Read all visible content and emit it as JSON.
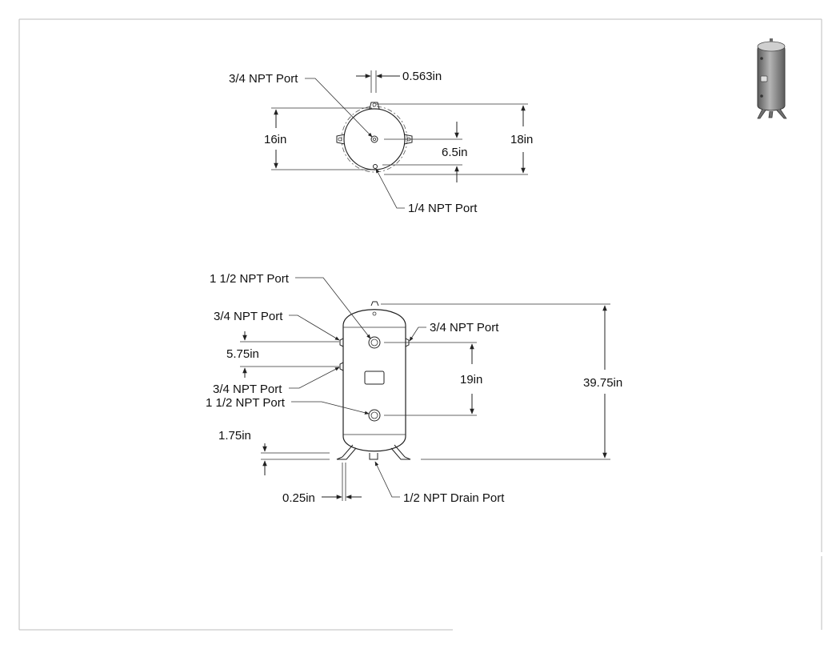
{
  "top_view": {
    "port_top_label": "3/4 NPT Port",
    "dim_offset": "0.563in",
    "dim_inner_dia": "16in",
    "dim_outer_dia": "18in",
    "dim_center": "6.5in",
    "port_bottom_label": "1/4 NPT Port"
  },
  "side_view": {
    "port_upper_main": "1 1/2 NPT Port",
    "port_left_upper": "3/4 NPT Port",
    "port_right_upper": "3/4 NPT Port",
    "dim_left_spacing": "5.75in",
    "port_left_lower": "3/4 NPT Port",
    "port_lower_main": "1 1/2 NPT Port",
    "dim_port_spacing": "19in",
    "dim_total_height": "39.75in",
    "dim_base": "1.75in",
    "dim_foot": "0.25in",
    "drain_label": "1/2 NPT Drain Port"
  },
  "colors": {
    "line": "#222222",
    "thumbnail_body": "#8a8a8a",
    "frame": "#bdbdbd"
  }
}
